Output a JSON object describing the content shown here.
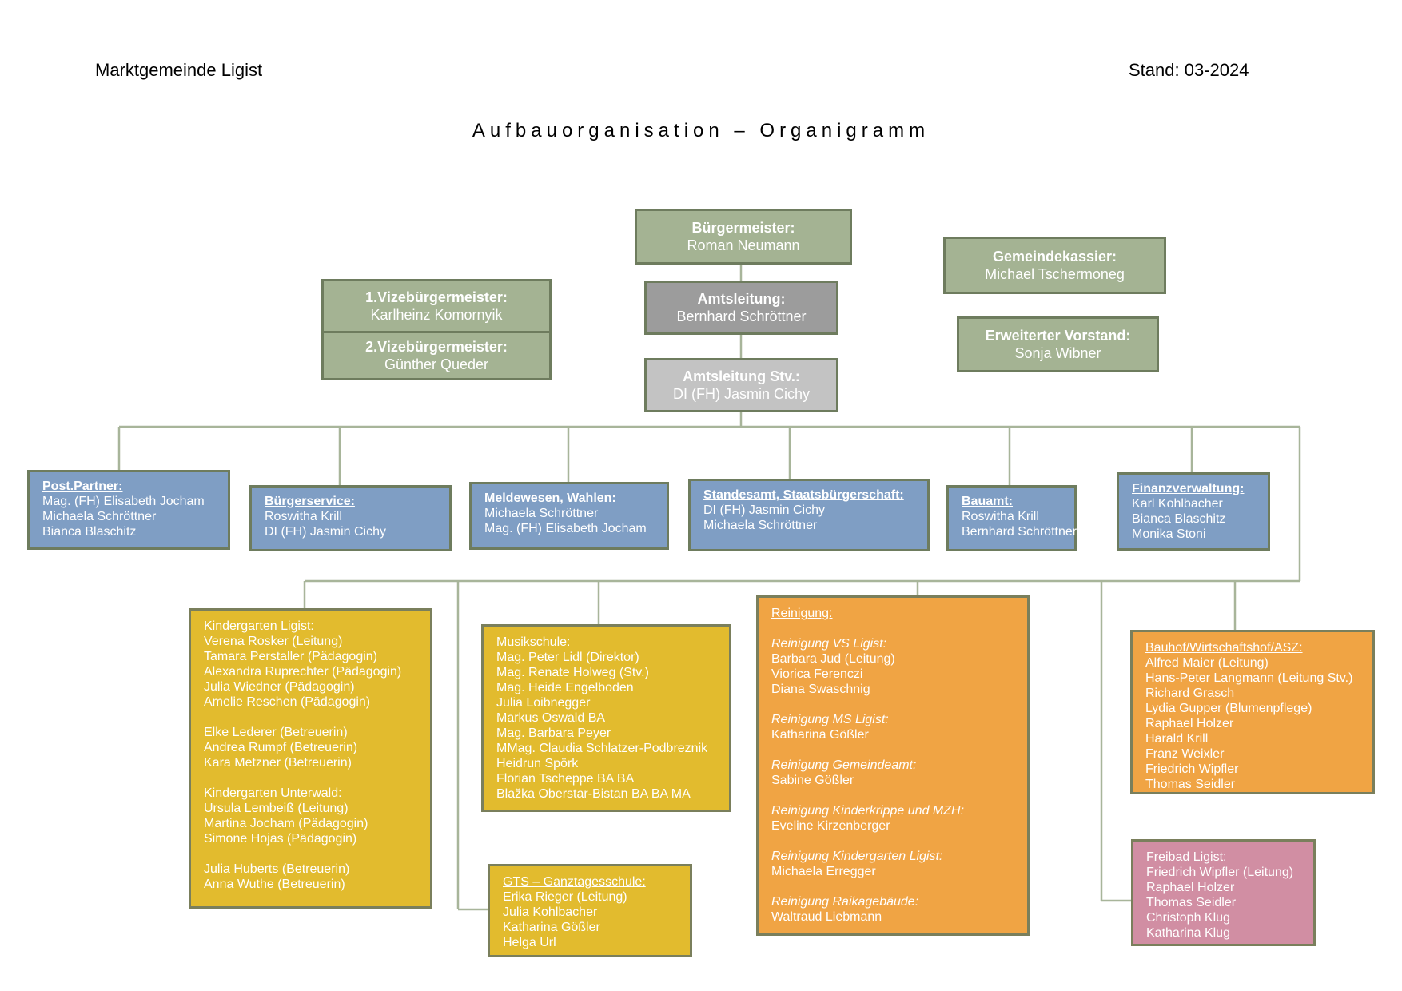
{
  "header": {
    "left": "Marktgemeinde Ligist",
    "right": "Stand: 03-2024"
  },
  "title": "Aufbauorganisation – Organigramm",
  "executive": {
    "buergermeister": {
      "title": "Bürgermeister:",
      "name": "Roman Neumann"
    },
    "amtsleitung": {
      "title": "Amtsleitung:",
      "name": "Bernhard Schröttner"
    },
    "amtsleitung_stv": {
      "title": "Amtsleitung Stv.:",
      "name": "DI (FH) Jasmin Cichy"
    },
    "vize1": {
      "title": "1.Vizebürgermeister:",
      "name": "Karlheinz Komornyik"
    },
    "vize2": {
      "title": "2.Vizebürgermeister:",
      "name": "Günther Queder"
    },
    "kassier": {
      "title": "Gemeindekassier:",
      "name": "Michael Tschermoneg"
    },
    "vorstand": {
      "title": "Erweiterter Vorstand:",
      "name": "Sonja Wibner"
    }
  },
  "departments": {
    "post": {
      "title": "Post.Partner:",
      "members": [
        "Mag. (FH) Elisabeth Jocham",
        "Michaela Schröttner",
        "Bianca Blaschitz"
      ]
    },
    "buergerservice": {
      "title": "Bürgerservice:",
      "members": [
        "Roswitha Krill",
        "DI (FH) Jasmin Cichy"
      ]
    },
    "meldewesen": {
      "title": "Meldewesen, Wahlen:",
      "members": [
        "Michaela Schröttner",
        "Mag. (FH) Elisabeth Jocham"
      ]
    },
    "standesamt": {
      "title": "Standesamt, Staatsbürgerschaft:",
      "members": [
        "DI (FH) Jasmin Cichy",
        "Michaela Schröttner"
      ]
    },
    "bauamt": {
      "title": "Bauamt:",
      "members": [
        "Roswitha Krill",
        "Bernhard Schröttner"
      ]
    },
    "finanz": {
      "title": "Finanzverwaltung:",
      "members": [
        "Karl Kohlbacher",
        "Bianca Blaschitz",
        "Monika Stoni"
      ]
    }
  },
  "kindergarten": {
    "ligist_title": "Kindergarten Ligist:",
    "ligist_staff": [
      "Verena Rosker (Leitung)",
      "Tamara Perstaller (Pädagogin)",
      "Alexandra Ruprechter (Pädagogin)",
      "Julia Wiedner (Pädagogin)",
      "Amelie Reschen (Pädagogin)"
    ],
    "ligist_care": [
      "Elke Lederer (Betreuerin)",
      "Andrea Rumpf (Betreuerin)",
      "Kara Metzner (Betreuerin)"
    ],
    "unterwald_title": "Kindergarten Unterwald:",
    "unterwald_staff": [
      "Ursula Lembeiß (Leitung)",
      "Martina Jocham (Pädagogin)",
      "Simone Hojas (Pädagogin)"
    ],
    "unterwald_care": [
      "Julia Huberts (Betreuerin)",
      "Anna Wuthe (Betreuerin)"
    ]
  },
  "musikschule": {
    "title": "Musikschule:",
    "members": [
      "Mag. Peter Lidl (Direktor)",
      "Mag. Renate Holweg (Stv.)",
      "Mag. Heide Engelboden",
      "Julia Loibnegger",
      "Markus Oswald BA",
      "Mag. Barbara Peyer",
      "MMag. Claudia Schlatzer-Podbreznik",
      "Heidrun Spörk",
      "Florian Tscheppe BA BA",
      "Blažka Oberstar-Bistan BA BA MA"
    ]
  },
  "gts": {
    "title": "GTS – Ganztagesschule:",
    "members": [
      "Erika Rieger (Leitung)",
      "Julia Kohlbacher",
      "Katharina Gößler",
      "Helga Url"
    ]
  },
  "reinigung": {
    "title": "Reinigung:",
    "groups": [
      {
        "title": "Reinigung VS Ligist:",
        "members": [
          "Barbara Jud (Leitung)",
          "Viorica Ferenczi",
          "Diana Swaschnig"
        ]
      },
      {
        "title": "Reinigung MS Ligist:",
        "members": [
          "Katharina Gößler"
        ]
      },
      {
        "title": "Reinigung Gemeindeamt:",
        "members": [
          "Sabine Gößler"
        ]
      },
      {
        "title": "Reinigung Kinderkrippe und MZH:",
        "members": [
          "Eveline Kirzenberger"
        ]
      },
      {
        "title": "Reinigung Kindergarten Ligist:",
        "members": [
          "Michaela Erregger"
        ]
      },
      {
        "title": "Reinigung Raikagebäude:",
        "members": [
          "Waltraud Liebmann"
        ]
      }
    ]
  },
  "bauhof": {
    "title": "Bauhof/Wirtschaftshof/ASZ:",
    "members": [
      "Alfred Maier (Leitung)",
      "Hans-Peter Langmann (Leitung Stv.)",
      "Richard Grasch",
      "Lydia Gupper (Blumenpflege)",
      "Raphael Holzer",
      "Harald Krill",
      "Franz Weixler",
      "Friedrich Wipfler",
      "Thomas Seidler"
    ]
  },
  "freibad": {
    "title": "Freibad Ligist:",
    "members": [
      "Friedrich Wipfler (Leitung)",
      "Raphael Holzer",
      "Thomas Seidler",
      "Christoph Klug",
      "Katharina Klug"
    ]
  },
  "colors": {
    "executive_green": "#a4b393",
    "amtsleitung_grey": "#9c9c9c",
    "stv_grey": "#c3c3c3",
    "department_blue": "#7f9ec4",
    "school_yellow": "#e2bb2e",
    "service_orange": "#f0a444",
    "freibad_pink": "#d18ea3",
    "connector": "#a8b59a"
  }
}
